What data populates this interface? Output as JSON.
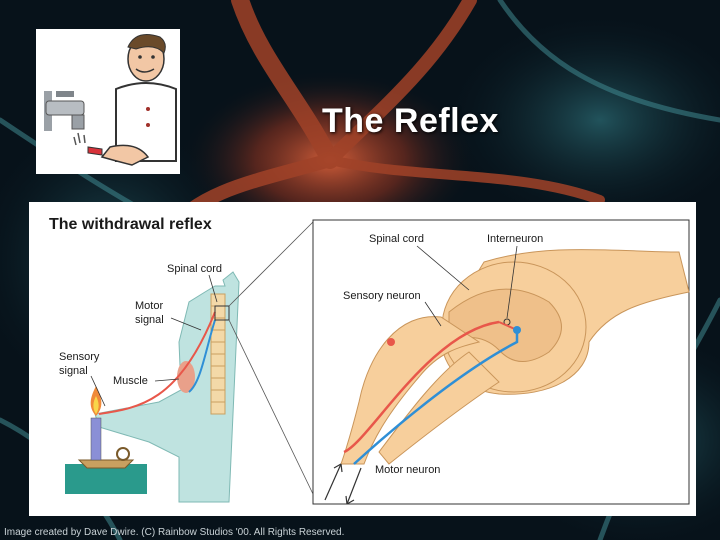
{
  "slide": {
    "title": "The Reflex",
    "credit": "Image created by Dave Dwire. (C) Rainbow Studios '00. All Rights Reserved."
  },
  "diagram": {
    "heading": "The withdrawal reflex",
    "labels": {
      "spinal_cord_left": "Spinal cord",
      "motor_signal_1": "Motor",
      "motor_signal_2": "signal",
      "sensory_signal_1": "Sensory",
      "sensory_signal_2": "signal",
      "muscle": "Muscle",
      "spinal_cord_right": "Spinal cord",
      "interneuron": "Interneuron",
      "sensory_neuron": "Sensory neuron",
      "motor_neuron": "Motor neuron"
    }
  },
  "colors": {
    "background": "#07121a",
    "neuron_glow": "#c0502a",
    "tissue": "#f7cf9c",
    "grey_matter": "#efc08a",
    "sensory_path": "#e8574a",
    "motor_path": "#2f8fd6",
    "body_fill": "#bfe3e0"
  }
}
